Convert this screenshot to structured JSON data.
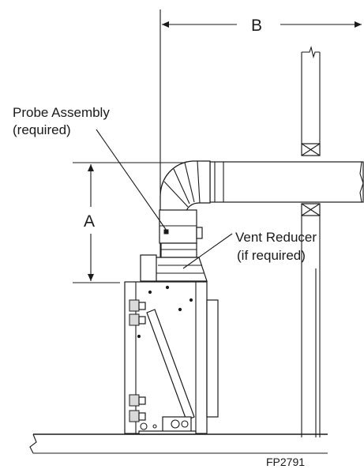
{
  "labels": {
    "dimension_b": "B",
    "dimension_a": "A",
    "probe_assembly_line1": "Probe Assembly",
    "probe_assembly_line2": "(required)",
    "vent_reducer_line1": "Vent Reducer",
    "vent_reducer_line2": "(if required)",
    "figure_code": "FP2791"
  },
  "colors": {
    "line": "#1a1a1a",
    "background": "#ffffff",
    "shade": "#d9d9d9"
  }
}
